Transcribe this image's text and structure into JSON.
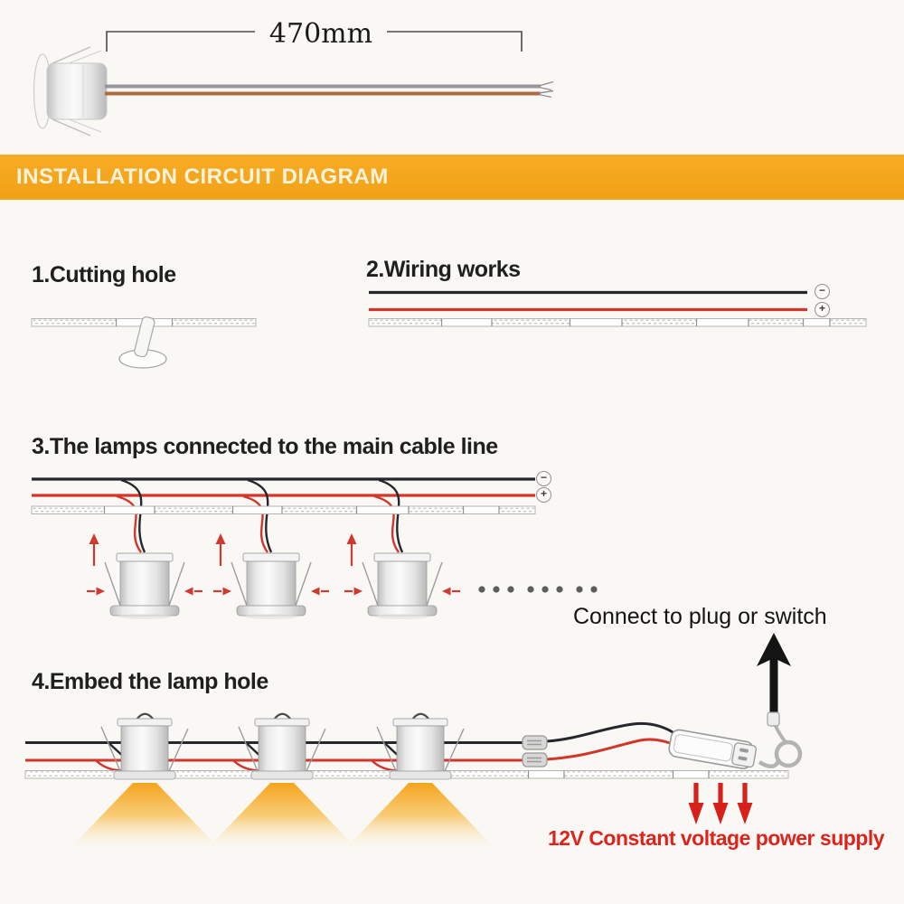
{
  "product_header": {
    "dimension_label": "470mm"
  },
  "banner": {
    "title": "INSTALLATION CIRCUIT DIAGRAM"
  },
  "steps": [
    {
      "label": "1.Cutting hole"
    },
    {
      "label": "2.Wiring works"
    },
    {
      "label": "3.The lamps connected to the main cable line"
    },
    {
      "label": "4.Embed the lamp hole"
    }
  ],
  "terminals": {
    "negative_sign": "−",
    "positive_sign": "+"
  },
  "annotations": {
    "connect_note": "Connect to plug or switch",
    "power_note": "12V Constant voltage power supply"
  },
  "colors": {
    "banner_bg": "#F5A71E",
    "banner_text": "#FDF3DC",
    "wire_negative_black": "#26262E",
    "wire_positive_red": "#D2362B",
    "accent_red": "#DE231C",
    "beam_orange": "#F5A41D",
    "background": "#FAF8F4"
  }
}
